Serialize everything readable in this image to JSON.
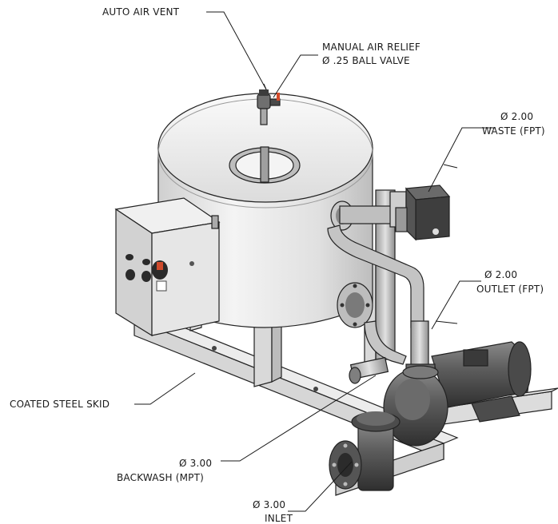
{
  "labels": {
    "auto_air_vent": "AUTO AIR VENT",
    "manual_air_relief_1": "MANUAL AIR RELIEF",
    "manual_air_relief_2": "Ø .25 BALL VALVE",
    "waste_1": "Ø 2.00",
    "waste_2": "WASTE (FPT)",
    "outlet_1": "Ø 2.00",
    "outlet_2": "OUTLET (FPT)",
    "coated_steel_skid": "COATED STEEL SKID",
    "backwash_1": "Ø 3.00",
    "backwash_2": "BACKWASH (MPT)",
    "inlet_1": "Ø 3.00",
    "inlet_2": "INLET"
  },
  "colors": {
    "tank": "#e8e8e8",
    "steel": "#cfcfcf",
    "pipe": "#bdbdbd",
    "pump": "#5a5a5a",
    "line": "#222222"
  }
}
